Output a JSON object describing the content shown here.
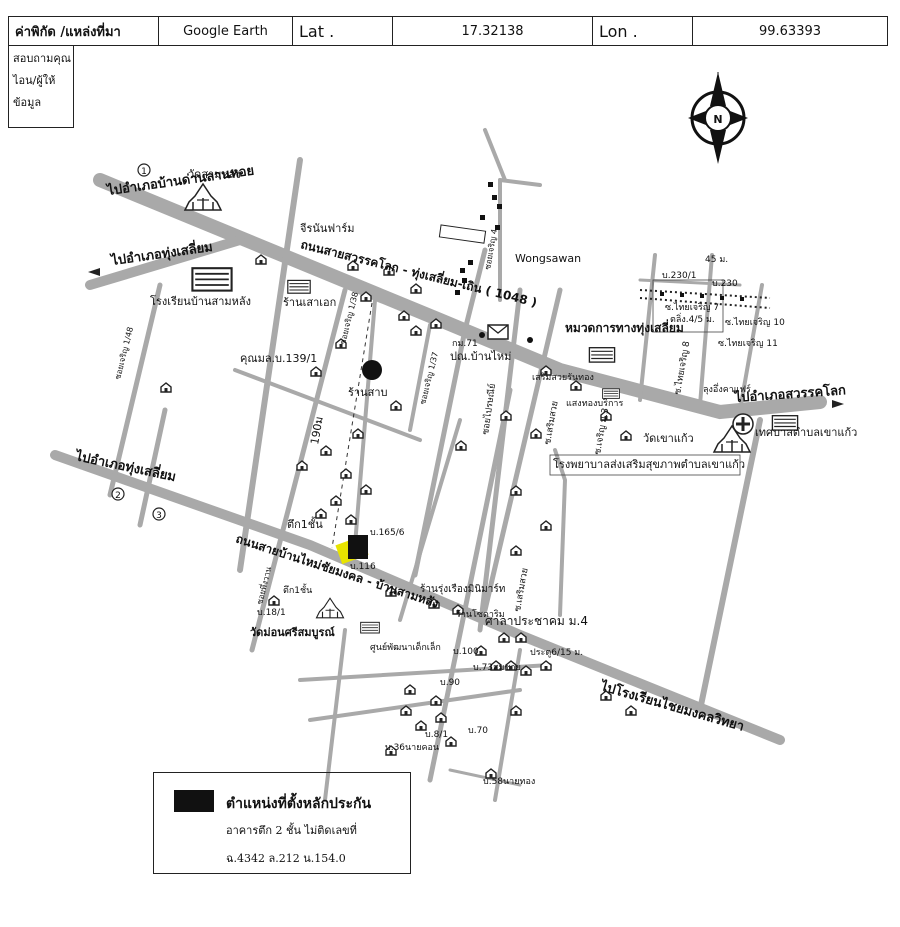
{
  "header": {
    "source_label": "ค่าพิกัด /แหล่งที่มา",
    "source_value": "Google Earth",
    "lat_label": "Lat .",
    "lat_value": "17.32138",
    "lon_label": "Lon .",
    "lon_value": "99.63393"
  },
  "side_note": [
    "สอบถามคุณ",
    "ไอน/ผู้ให้",
    "ข้อมูล"
  ],
  "compass_letter": "N",
  "labels": {
    "to_ban_dan_lan_hoi": "ไปอำเภอบ้านด่านลานหอย",
    "to_thung_saliam_top": "ไปอำเภอทุ่งเสลี่ยม",
    "to_thung_saliam_left": "ไปอำเภอทุ่งเสลี่ยม",
    "to_sawankhalok": "ไปอำเภอสวรรคโลก",
    "to_school_chaimongkol": "ไปโรงเรียนไชยมงคลวิทยา",
    "temple_sam_lang": "วัดสามหลัง",
    "school_ban_sam_lang": "โรงเรียนบ้านสามหลัง",
    "jirananfarm": "จีรนันฟาร์ม",
    "shop_sao_ek": "ร้านเสาเอก",
    "khun_mol": "คุณมล.บ.139/1",
    "ban_san_sap": "ร้านสาบ",
    "wat_sri": "วัดม่อนศรีสมบูรณ์",
    "main_road_upper": "ถนนสายสวรรคโลก - ทุ่งเสลี่ยม-เถิน ( 1048 )",
    "main_road_lower": "ถนนสายบ้านไหม่ชัยมงคล - บ้านสามหลัง",
    "wongsawan": "Wongsawan",
    "highway_unit": "หมวดการทางทุ่งเสลี่ยม",
    "post_office": "ปณ.บ้านไหม่",
    "house_71": "กม.71",
    "serm_sombat": "เสริมสวยรันทอง",
    "saeng_thong": "แสงทองบริการ",
    "wat_khao_kaeo": "วัดเขาแก้ว",
    "health_center": "โรงพยาบาลส่งเสริมสุขภาพตำบลเขาแก้ว",
    "tambon_khao_kaeo": "เทศบาลตำบลเขาแก้ว",
    "soi_thai_charoen_7": "ซ.ไทยเจริญ 7",
    "soi_thai_charoen_10": "ซ.ไทยเจริญ 10",
    "soi_thai_charoen_11": "ซ.ไทยเจริญ 11",
    "thai_charoen_8": "ซ.ไทยเจริญ 8",
    "ban_230_1": "บ.230/1",
    "ban_230": "บ.230",
    "num_45": "45 ม.",
    "house_4_5": "ตลิ่ง.4/5 ม.",
    "lung_ek": "ลุงอึ่งคาแฟร์",
    "distance_190m": "190ม",
    "building_1fl": "ตึก1ชั้น",
    "house_165_6": "บ.165/6",
    "house_116": "บ.116",
    "house_18_1": "บ.18/1",
    "shop_ruea": "ร้านรุ่งเรืองมินิมาร์ท",
    "shop_soda": "ร้านโซดาริม",
    "sala_pracha": "ศาลาประชาคม ม.4",
    "child_center": "ศูนย์พัฒนาเด็กเล็ก",
    "house_100": "บ.100",
    "house_73": "บ.73สมชาย",
    "house_90": "บ.90",
    "house_8_1": "บ.8/1",
    "house_70": "บ.70",
    "house_36": "บ.36นายคอน",
    "house_58": "บ.58นายทอง",
    "house_6_15": "ประตู6/15 ม.",
    "soi_serm_suay": "ซ.เสริมสวย",
    "soi_serm_suay_2": "ซ.เสริมสวย",
    "soi_1_48": "ซอยเจริญ 1/48",
    "soi_bypass": "ซอยไปรษณีย์",
    "soi_charoen_4": "ซอยเจริญ 4",
    "soi_charoen_m3": "ซ.เจริญ ม.3",
    "num_1": "1",
    "num_2": "2",
    "num_3": "3",
    "building_1fl_b": "ตึก1ชั้น",
    "soi_charoen_1_38": "ซอยเจริญ 1/38",
    "soi_charoen_1_37": "ซอยเจริญ 1/37",
    "soi_phueng": "ซอยพึ่งวาน",
    "school_khao_kaeo": "วัดเขาแก้ว"
  },
  "legend": {
    "title": "ตำแหน่งที่ตั้งหลักประกัน",
    "line2": "อาคารตึก 2 ชั้น ไม่ติดเลขที่",
    "line3": "ฉ.4342 ล.212 น.154.0"
  }
}
